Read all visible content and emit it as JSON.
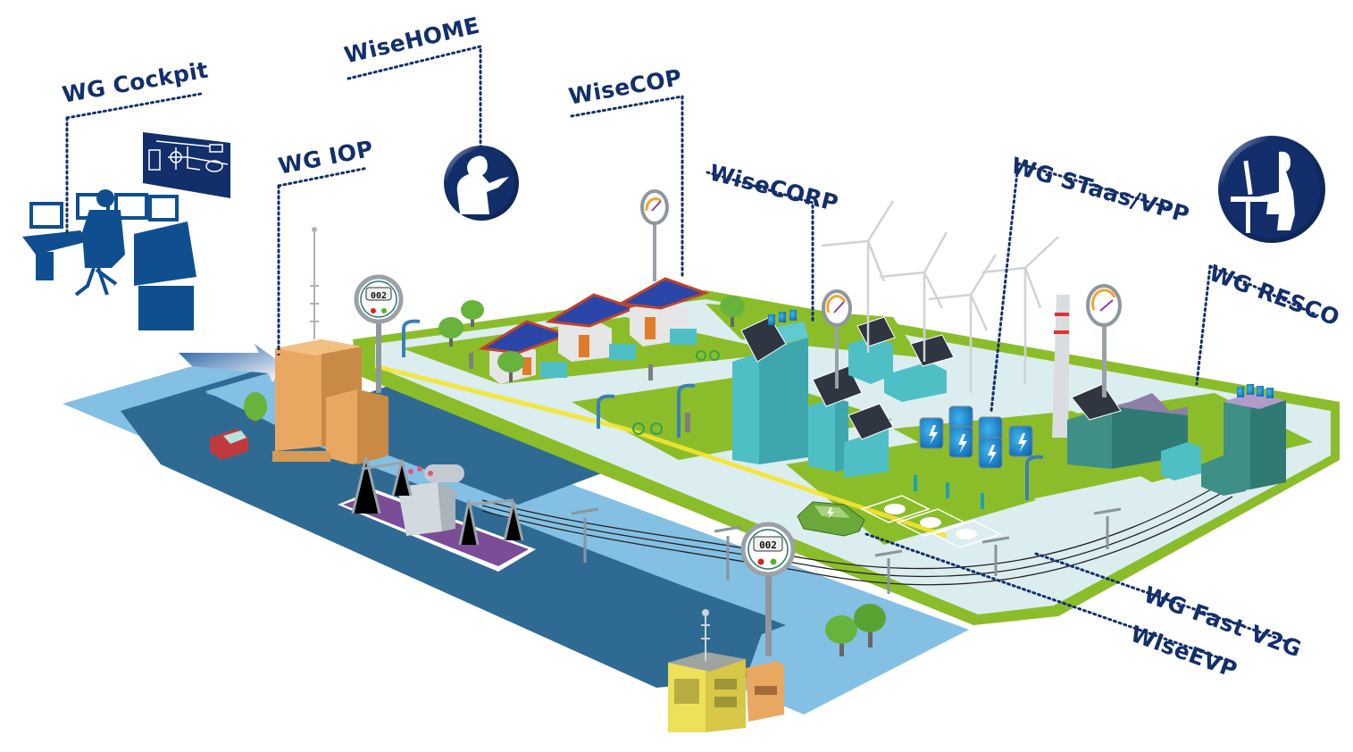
{
  "diagram": {
    "type": "smart-grid-illustration",
    "colors": {
      "label_navy": "#132f6b",
      "water_light": "#84c0e4",
      "water_dark": "#2f6a93",
      "grass_green": "#8bbd2a",
      "ground_light": "#dcedef",
      "building_teal": "#4fbfc6",
      "substation_purple": "#7a4d96",
      "power_building_orange": "#e9a862",
      "yellow_building": "#efe05a",
      "energy_path_yellow": "#f4e430"
    },
    "labels": [
      {
        "id": "wg-cockpit",
        "text": "WG Cockpit"
      },
      {
        "id": "wisehome",
        "text": "WiseHOME"
      },
      {
        "id": "wisecop",
        "text": "WiseCOP"
      },
      {
        "id": "wg-iop",
        "text": "WG IOP"
      },
      {
        "id": "wisecorp",
        "text": "WiseCORP"
      },
      {
        "id": "wg-staas-vpp",
        "text": "WG STaas/VPP"
      },
      {
        "id": "wg-resco",
        "text": "WG RESCO"
      },
      {
        "id": "wg-fast-v2g",
        "text": "WG Fast V2G"
      },
      {
        "id": "wiseevp",
        "text": "WiseEVP"
      }
    ],
    "meters": [
      {
        "id": "meter-iop",
        "display": "002"
      },
      {
        "id": "meter-grid",
        "display": "002"
      }
    ],
    "gauges": [
      {
        "id": "gauge-houses"
      },
      {
        "id": "gauge-corp"
      },
      {
        "id": "gauge-industry"
      }
    ],
    "icons": {
      "control_room": "operator-at-control-desk",
      "grid_map_screen": "grid-schematic-screen",
      "home_user": "person-with-phone",
      "resco_user": "person-at-computer"
    },
    "scene_elements": {
      "houses": 3,
      "wind_turbines": 4,
      "battery_cluster": 7,
      "ev_parking_spots": 3,
      "charging_posts": 3,
      "electric_car": 1,
      "substation": 1,
      "office_towers": 3,
      "factories": 2
    }
  }
}
